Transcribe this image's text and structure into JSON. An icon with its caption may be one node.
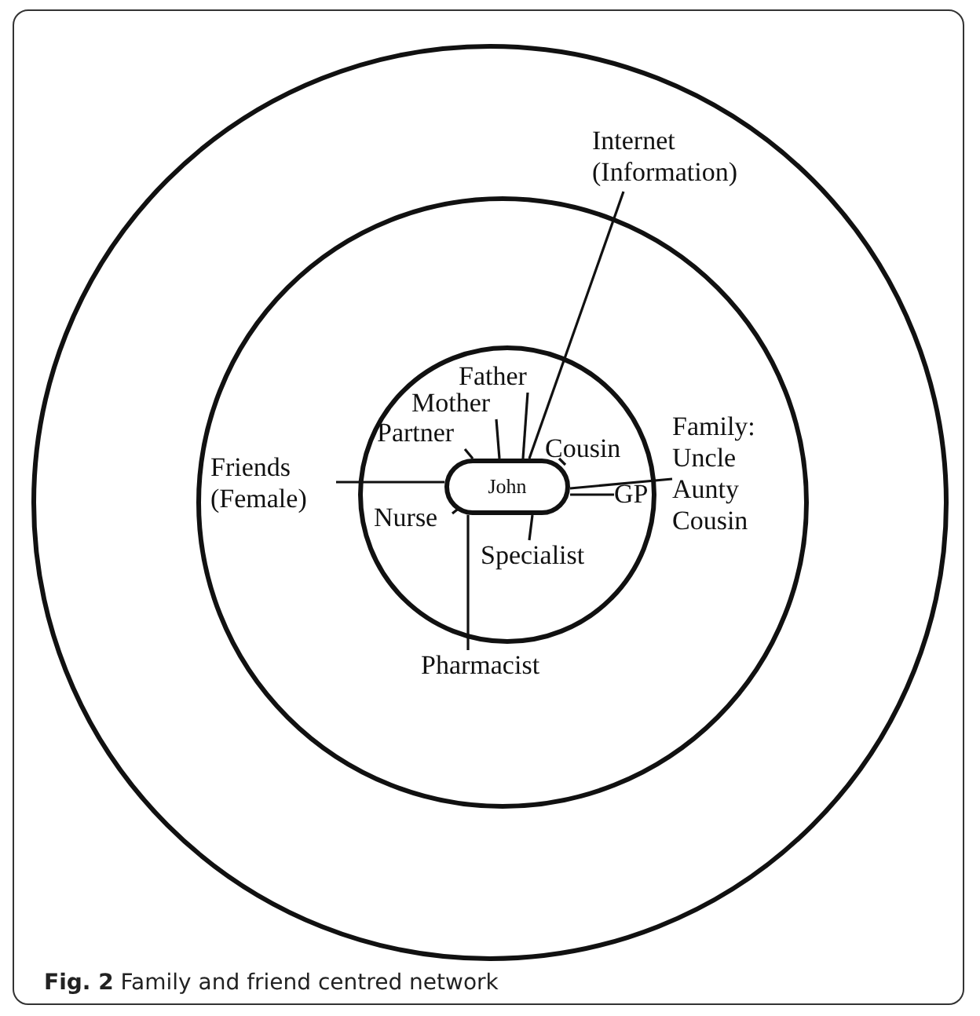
{
  "diagram": {
    "caption": "**Fig. 2** Family and friend centred network",
    "nodes": [
      {
        "text": [],
        "shape": "circle"
      },
      {
        "text": [],
        "shape": "circle",
        "in": 0
      },
      {
        "text": [],
        "shape": "circle",
        "in": 1
      },
      {
        "text": [
          "Internet (Information)"
        ],
        "in": 0
      },
      {
        "text": [
          "Father"
        ],
        "in": 2
      },
      {
        "text": [
          "Mother"
        ],
        "in": 2
      },
      {
        "text": [
          "Partner"
        ],
        "in": 2
      },
      {
        "text": [
          "Cousin"
        ],
        "in": 2
      },
      {
        "text": [
          "Friends (Female)"
        ],
        "in": 1
      },
      {
        "text": [
          "John"
        ],
        "in": 2
      },
      {
        "text": [
          "Family: Uncle Aunty Cousin"
        ],
        "in": 1
      },
      {
        "text": [
          "GP"
        ],
        "in": 2
      },
      {
        "text": [
          "Nurse"
        ],
        "in": 2
      },
      {
        "text": [
          "Specialist"
        ],
        "in": 2
      },
      {
        "text": [
          "Pharmacist"
        ],
        "in": 1
      }
    ],
    "edges": [
      {
        "from": 3,
        "to": 9,
        "arrow": "none"
      },
      {
        "from": 4,
        "to": 9,
        "arrow": "none"
      },
      {
        "from": 5,
        "to": 9,
        "arrow": "none"
      },
      {
        "from": 6,
        "to": 9,
        "arrow": "none"
      },
      {
        "from": 7,
        "to": 9,
        "arrow": "none"
      },
      {
        "from": 8,
        "to": 9,
        "arrow": "none"
      },
      {
        "from": 10,
        "to": 9,
        "arrow": "none"
      },
      {
        "from": 11,
        "to": 9,
        "arrow": "none"
      },
      {
        "from": 12,
        "to": 9,
        "arrow": "none"
      },
      {
        "from": 13,
        "to": 9,
        "arrow": "none"
      },
      {
        "from": 14,
        "to": 9,
        "arrow": "none"
      }
    ]
  }
}
